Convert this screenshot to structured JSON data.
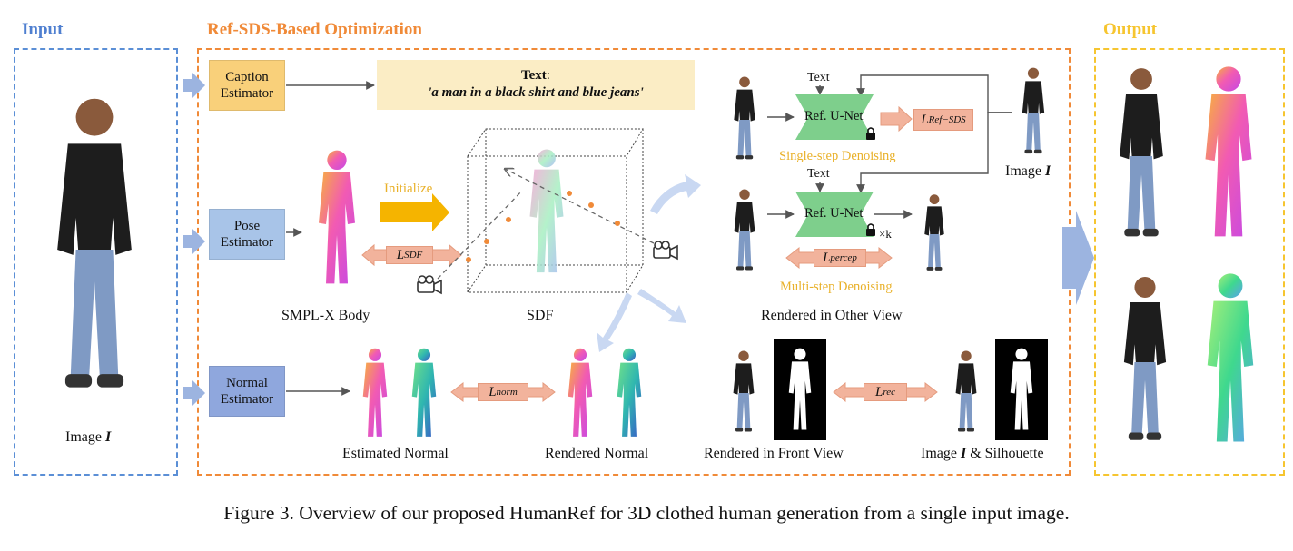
{
  "sections": {
    "input_title": "Input",
    "optimization_title": "Ref-SDS-Based Optimization",
    "output_title": "Output"
  },
  "input": {
    "image_caption_prefix": "Image",
    "image_caption_var": "I"
  },
  "modules": {
    "caption": [
      "Caption",
      "Estimator"
    ],
    "pose": [
      "Pose",
      "Estimator"
    ],
    "normal": [
      "Normal",
      "Estimator"
    ]
  },
  "text_box": {
    "label": "Text",
    "colon": ":",
    "prompt": "'a man in a black shirt and blue jeans'"
  },
  "labels": {
    "initialize": "Initialize",
    "smplx": "SMPL-X Body",
    "sdf": "SDF",
    "rendered_other_view": "Rendered in Other View",
    "estimated_normal": "Estimated Normal",
    "rendered_normal": "Rendered Normal",
    "rendered_front_view": "Rendered in Front View",
    "image_silhouette_prefix": "Image",
    "image_silhouette_var": "I",
    "image_silhouette_suffix": "& Silhouette",
    "image_i_prefix": "Image",
    "image_i_var": "I"
  },
  "unet": {
    "label": "Ref. U-Net",
    "text_input": "Text",
    "single_step": "Single-step Denoising",
    "multi_step": "Multi-step Denoising",
    "times_k": "×k"
  },
  "losses": {
    "l": "L",
    "ref_sds": "Ref−SDS",
    "sdf": "SDF",
    "percep": "percep",
    "norm": "norm",
    "rec": "rec"
  },
  "caption": "Figure 3. Overview of our proposed HumanRef for 3D clothed human generation from a single input image.",
  "colors": {
    "input_blue": "#4f7fd0",
    "opt_orange": "#f08a38",
    "output_gold": "#f6c530",
    "caption_module": "#f9d07a",
    "pose_module": "#a8c4e8",
    "normal_module": "#8fa7dd",
    "text_box": "#fbedc5",
    "unet_green": "#7ecf8c",
    "loss_salmon": "#f2b39c",
    "init_arrow": "#f5b400",
    "blue_arrow": "#9cb4e0"
  }
}
